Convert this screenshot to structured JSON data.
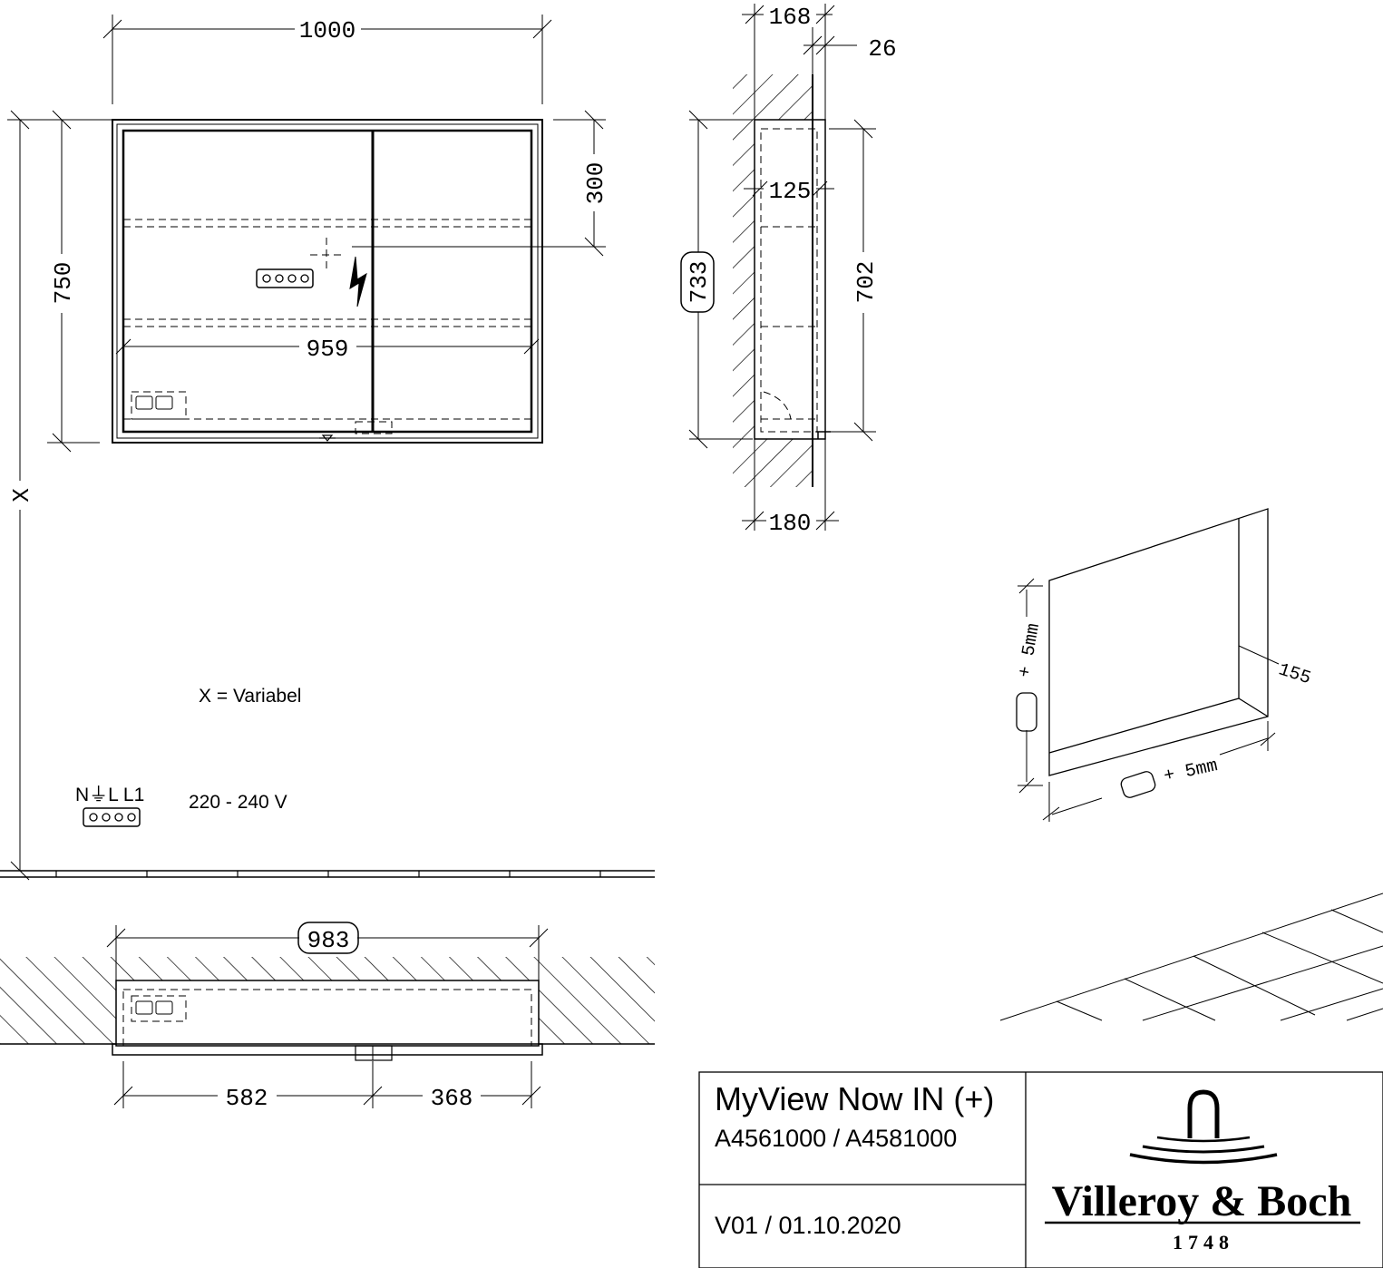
{
  "dimensions": {
    "front_width": "1000",
    "front_height": "750",
    "inner_width": "959",
    "top_offset": "300",
    "side_depth_top": "168",
    "side_front_offset": "26",
    "side_inner_depth": "125",
    "side_total_height": "733",
    "side_inner_height": "702",
    "side_depth_bottom": "180",
    "variable_height": "X",
    "plan_width": "983",
    "plan_left": "582",
    "plan_right": "368",
    "iso_depth": "155",
    "tolerance_vertical": "+ 5mm",
    "tolerance_horizontal": "+ 5mm"
  },
  "notes": {
    "variable": "X = Variabel",
    "terminal_label": "N⏚L L1",
    "voltage": "220 - 240 V"
  },
  "title_block": {
    "product_name": "MyView Now IN (+)",
    "article_numbers": "A4561000 / A4581000",
    "version": "V01 / 01.10.2020",
    "brand": "Villeroy & Boch",
    "brand_year": "1748"
  },
  "colors": {
    "line": "#000000",
    "background": "#ffffff"
  }
}
